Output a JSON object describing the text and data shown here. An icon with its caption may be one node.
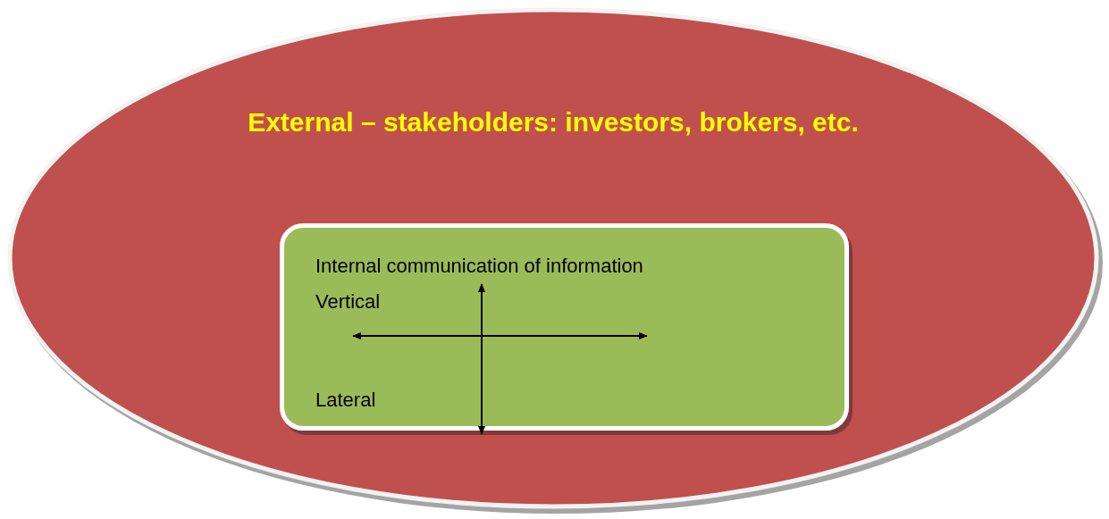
{
  "diagram": {
    "nodes": [
      {
        "text": [
          "External – stakeholders: investors, brokers, etc."
        ]
      },
      {
        "text": [
          "Internal communication of information",
          "Vertical",
          "Lateral"
        ],
        "in": 0
      }
    ]
  }
}
